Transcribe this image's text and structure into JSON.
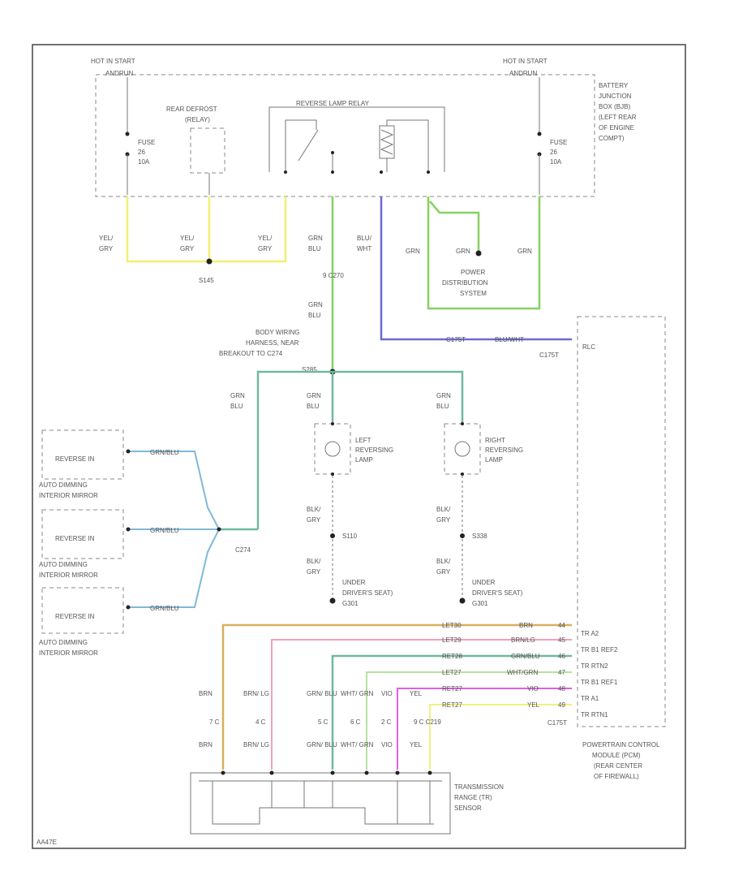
{
  "labels": {
    "hot_left": "HOT IN START",
    "hot_left_sub": "ANDRUN",
    "hot_right": "HOT IN START",
    "hot_right_sub": "ANDRUN",
    "bjb": [
      "BATTERY",
      "JUNCTION",
      "BOX (BJB)",
      "(LEFT REAR",
      "OF ENGINE",
      "COMPT)"
    ],
    "fuse_left": [
      "FUSE",
      "26",
      "10A"
    ],
    "fuse_right": [
      "FUSE",
      "26",
      "10A"
    ],
    "rear_defrost": [
      "REAR DEFROST",
      "(RELAY)"
    ],
    "reverse_relay": "REVERSE LAMP RELAY",
    "w_yel_gry_1": [
      "YEL/",
      "GRY"
    ],
    "w_yel_gry_2": [
      "YEL/",
      "GRY"
    ],
    "w_yel_gry_3": [
      "YEL/",
      "GRY"
    ],
    "s145": "S145",
    "w_grn_blu_1": [
      "GRN",
      "BLU"
    ],
    "w_blu_wht": [
      "BLU/",
      "WHT"
    ],
    "w_grn_1": "GRN",
    "w_grn_2": "GRN",
    "w_grn_3": "GRN",
    "pds": [
      "POWER",
      "DISTRIBUTION",
      "SYSTEM"
    ],
    "c270_top": "9 C270",
    "w_grn_blu_2": [
      "GRN",
      "BLU"
    ],
    "body_harness": [
      "BODY WIRING",
      "HARNESS, NEAR",
      "BREAKOUT TO C274"
    ],
    "s285": "S285",
    "blu_wht_long": "BLU/WHT",
    "c175t": "C175T",
    "c1757_1": "C175T",
    "rlc": "RLC",
    "w_grn_blu_3": [
      "GRN",
      "BLU"
    ],
    "w_grn_blu_4": [
      "GRN",
      "BLU"
    ],
    "w_grn_blu_5": [
      "GRN",
      "BLU"
    ],
    "left_lamp": [
      "LEFT",
      "REVERSING",
      "LAMP"
    ],
    "right_lamp": [
      "RIGHT",
      "REVERSING",
      "LAMP"
    ],
    "reverse_in": "REVERSE IN",
    "auto_mirror": [
      "AUTO DIMMING",
      "INTERIOR MIRROR"
    ],
    "mirror_wire": "GRN/BLU",
    "c274": "C274",
    "w_blk_gry_1": [
      "BLK/",
      "GRY"
    ],
    "w_blk_gry_2": [
      "BLK/",
      "GRY"
    ],
    "w_blk_gry_3": [
      "BLK/",
      "GRY"
    ],
    "w_blk_gry_4": [
      "BLK/",
      "GRY"
    ],
    "s110": "S110",
    "s338": "S338",
    "g301_left": [
      "UNDER",
      "DRIVER'S SEAT)",
      "G301"
    ],
    "g301_right": [
      "UNDER",
      "DRIVER'S SEAT)",
      "G301"
    ],
    "pcm_rows": [
      {
        "circuit": "LET30",
        "wire": "BRN",
        "pin": "44",
        "name": "TR A2"
      },
      {
        "circuit": "LET29",
        "wire": "BRN/LG",
        "pin": "45",
        "name": "TR B1 REF2"
      },
      {
        "circuit": "RET28",
        "wire": "GRN/BLU",
        "pin": "46",
        "name": "TR RTN2"
      },
      {
        "circuit": "LET27",
        "wire": "WHT/GRN",
        "pin": "47",
        "name": "TR B1 REF1"
      },
      {
        "circuit": "RET27",
        "wire": "VIO",
        "pin": "48",
        "name": "TR A1"
      },
      {
        "circuit": "RET27",
        "wire": "YEL",
        "pin": "49",
        "name": "TR RTN1"
      }
    ],
    "c1757_2": "C175T",
    "pcm": [
      "POWERTRAIN CONTROL",
      "MODULE (PCM)",
      "(REAR CENTER",
      "OF FIREWALL)"
    ],
    "tr_wires_top": [
      "BRN",
      "BRN/ LG",
      "GRN/ BLU",
      "WHT/ GRN",
      "VIO",
      "YEL"
    ],
    "tr_pins": [
      "7 C",
      "4 C",
      "5 C",
      "6 C",
      "2 C",
      "9 C C219"
    ],
    "tr_wires_bot": [
      "BRN",
      "BRN/ LG",
      "GRN/ BLU",
      "WHT/ GRN",
      "VIO",
      "YEL"
    ],
    "tr_sensor": [
      "TRANSMISSION",
      "RANGE (TR)",
      "SENSOR"
    ],
    "footer": "AA47E"
  },
  "colors": {
    "yellow": "#f0f070",
    "green": "#88d060",
    "green_blue": "#70b8a0",
    "blue": "#6a6ad8",
    "light_blue": "#80b8d8",
    "orange": "#d8b060",
    "pink": "#f0a0c0",
    "pale_green": "#b8e0a0",
    "magenta": "#e060e0",
    "pale_yellow": "#f0f080",
    "dark": "#555555"
  }
}
